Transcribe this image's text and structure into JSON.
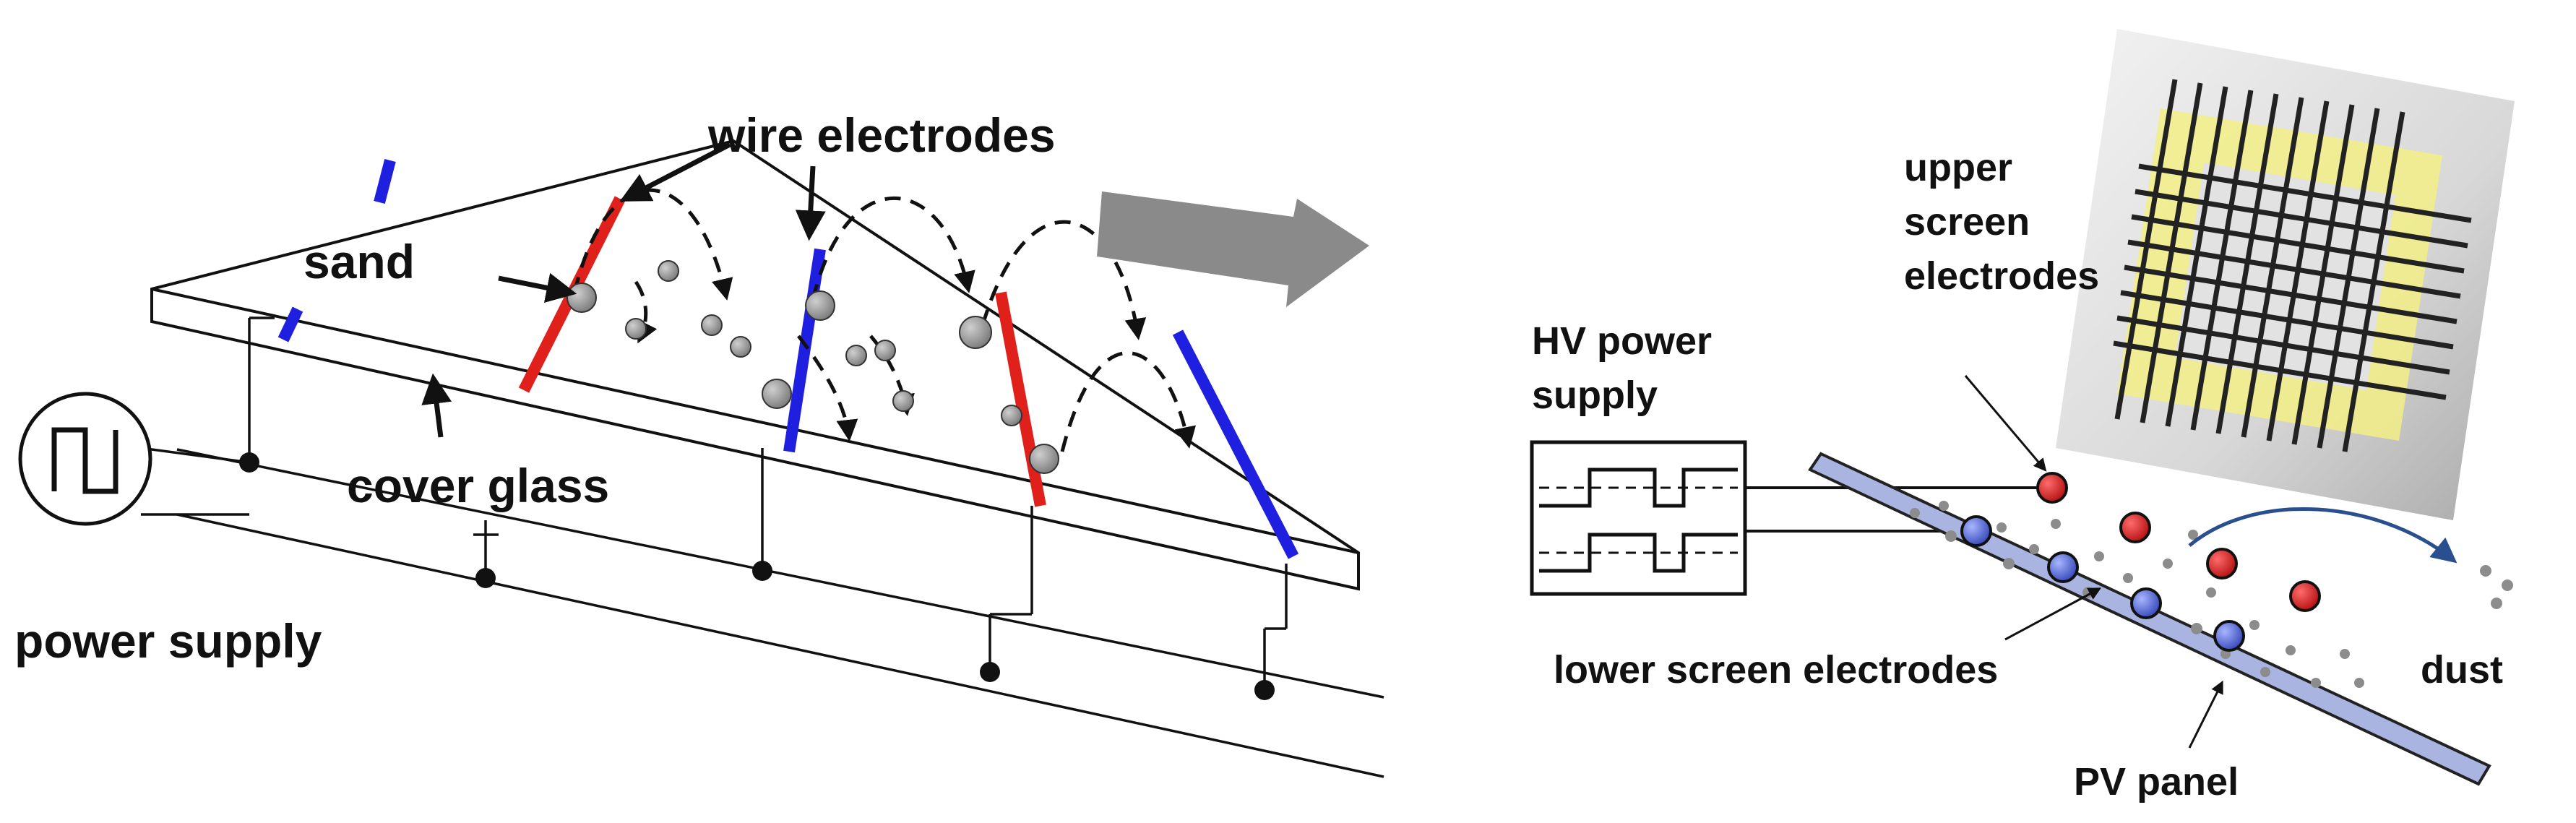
{
  "left_panel": {
    "wire_electrodes_label": "wire electrodes",
    "sand_label": "sand",
    "cover_glass_label": "cover glass",
    "power_supply_label": "power supply"
  },
  "right_panel": {
    "upper_label_line1": "upper",
    "upper_label_line2": "screen",
    "upper_label_line3": "electrodes",
    "hv_label_line1": "HV power",
    "hv_label_line2": "supply",
    "lower_label": "lower screen electrodes",
    "dust_label": "dust",
    "pv_panel_label": "PV panel"
  },
  "colors": {
    "red_electrode": "#e0201b",
    "blue_electrode": "#1f1fe0",
    "particle": "#8c8c8c",
    "arrow_gray": "#8a8a8a",
    "pv_panel": "#aab4e0",
    "upper_ball": "#cc1a1a",
    "lower_ball": "#4a5cc8",
    "flow_arrow": "#2a4f8f"
  }
}
